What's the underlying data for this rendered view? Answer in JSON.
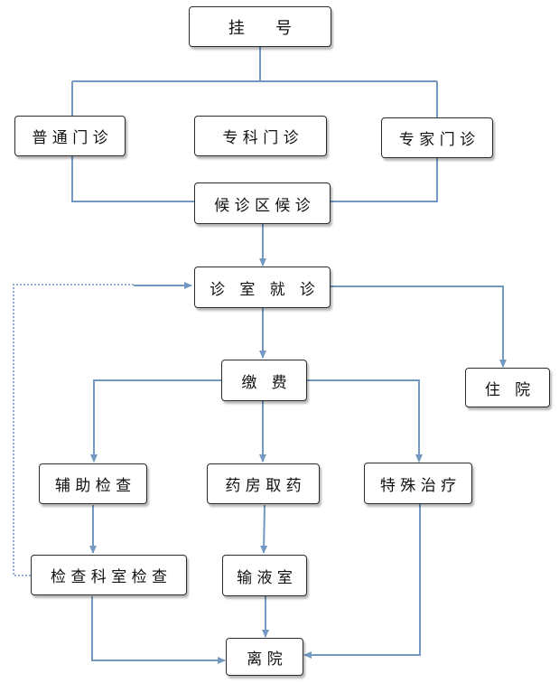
{
  "colors": {
    "line": "#7398c2",
    "dotted": "#86a8d2",
    "border": "#2b2b2b"
  },
  "nodes": {
    "register": "挂      号",
    "general_clinic": "普 通 门 诊",
    "specialty_clinic": "专 科 门 诊",
    "expert_clinic": "专 家 门 诊",
    "waiting_area": "候 诊 区 候 诊",
    "consultation_room": "诊   室   就   诊",
    "payment": "缴   费",
    "hospitalization": "住   院",
    "auxiliary_exam": "辅 助 检 查",
    "pharmacy": "药 房 取 药",
    "special_treatment": "特 殊 治 疗",
    "department_exam": "检 查 科 室 检 查",
    "infusion_room": "输 液 室",
    "discharge": "离 院"
  }
}
